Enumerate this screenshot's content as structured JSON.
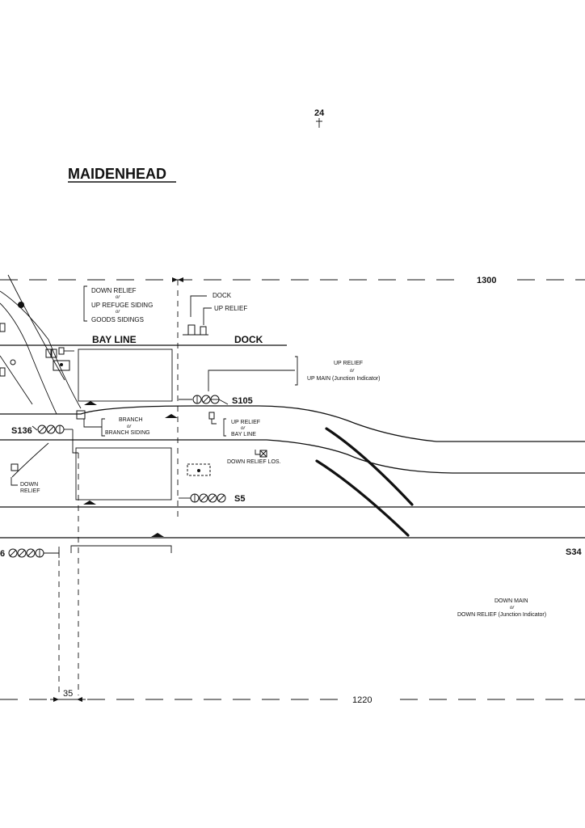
{
  "page": {
    "number": "24",
    "title": "MAIDENHEAD"
  },
  "dimensions": {
    "top": "1300",
    "bottom": "1220",
    "gap": "35"
  },
  "labels": {
    "down_relief_group": {
      "line1": "DOWN RELIEF",
      "or1": "or",
      "line2": "UP REFUGE SIDING",
      "or2": "or",
      "line3": "GOODS SIDINGS"
    },
    "dock_small": "DOCK",
    "up_relief_small": "UP RELIEF",
    "bay_line": "BAY LINE",
    "dock": "DOCK",
    "up_relief_main_group": {
      "line1": "UP RELIEF",
      "or": "or",
      "line2": "UP MAIN (Junction Indicator)"
    },
    "branch_group": {
      "line1": "BRANCH",
      "or": "or",
      "line2": "BRANCH SIDING"
    },
    "up_relief_bay_group": {
      "line1": "UP RELIEF",
      "or": "or",
      "line2": "BAY LINE"
    },
    "down_relief_los": "DOWN RELIEF LOS.",
    "down_relief_left": {
      "line1": "DOWN",
      "line2": "RELIEF"
    },
    "down_main_group": {
      "line1": "DOWN MAIN",
      "or": "or",
      "line2": "DOWN RELIEF (Junction Indicator)"
    }
  },
  "signals": {
    "s105": "S105",
    "s136": "S136",
    "s5": "S5",
    "s34": "S34",
    "s6": "6"
  }
}
